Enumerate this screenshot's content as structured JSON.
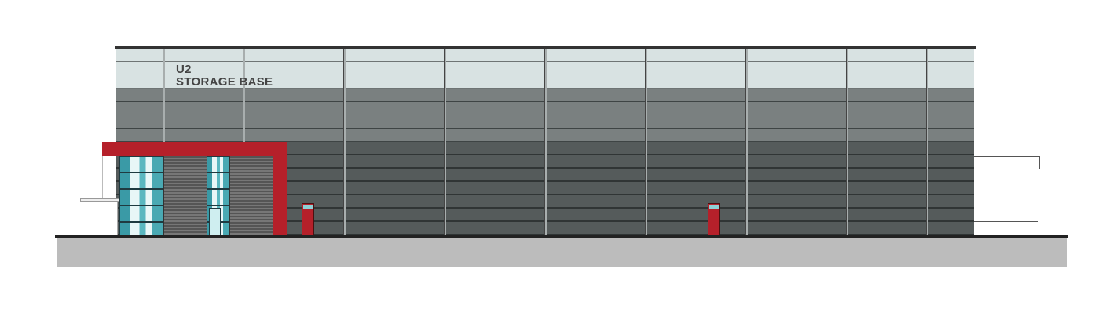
{
  "drawing": {
    "type": "building elevation",
    "signage": {
      "line1": "U2",
      "line2": "STORAGE BASE"
    },
    "colors": {
      "accent_red": "#b5202a",
      "cladding_light": "#d8e2e2",
      "cladding_mid": "#7a8080",
      "cladding_dark": "#555b5b",
      "glazing": "#5bb7c0",
      "ground": "#bcbcbc"
    }
  }
}
